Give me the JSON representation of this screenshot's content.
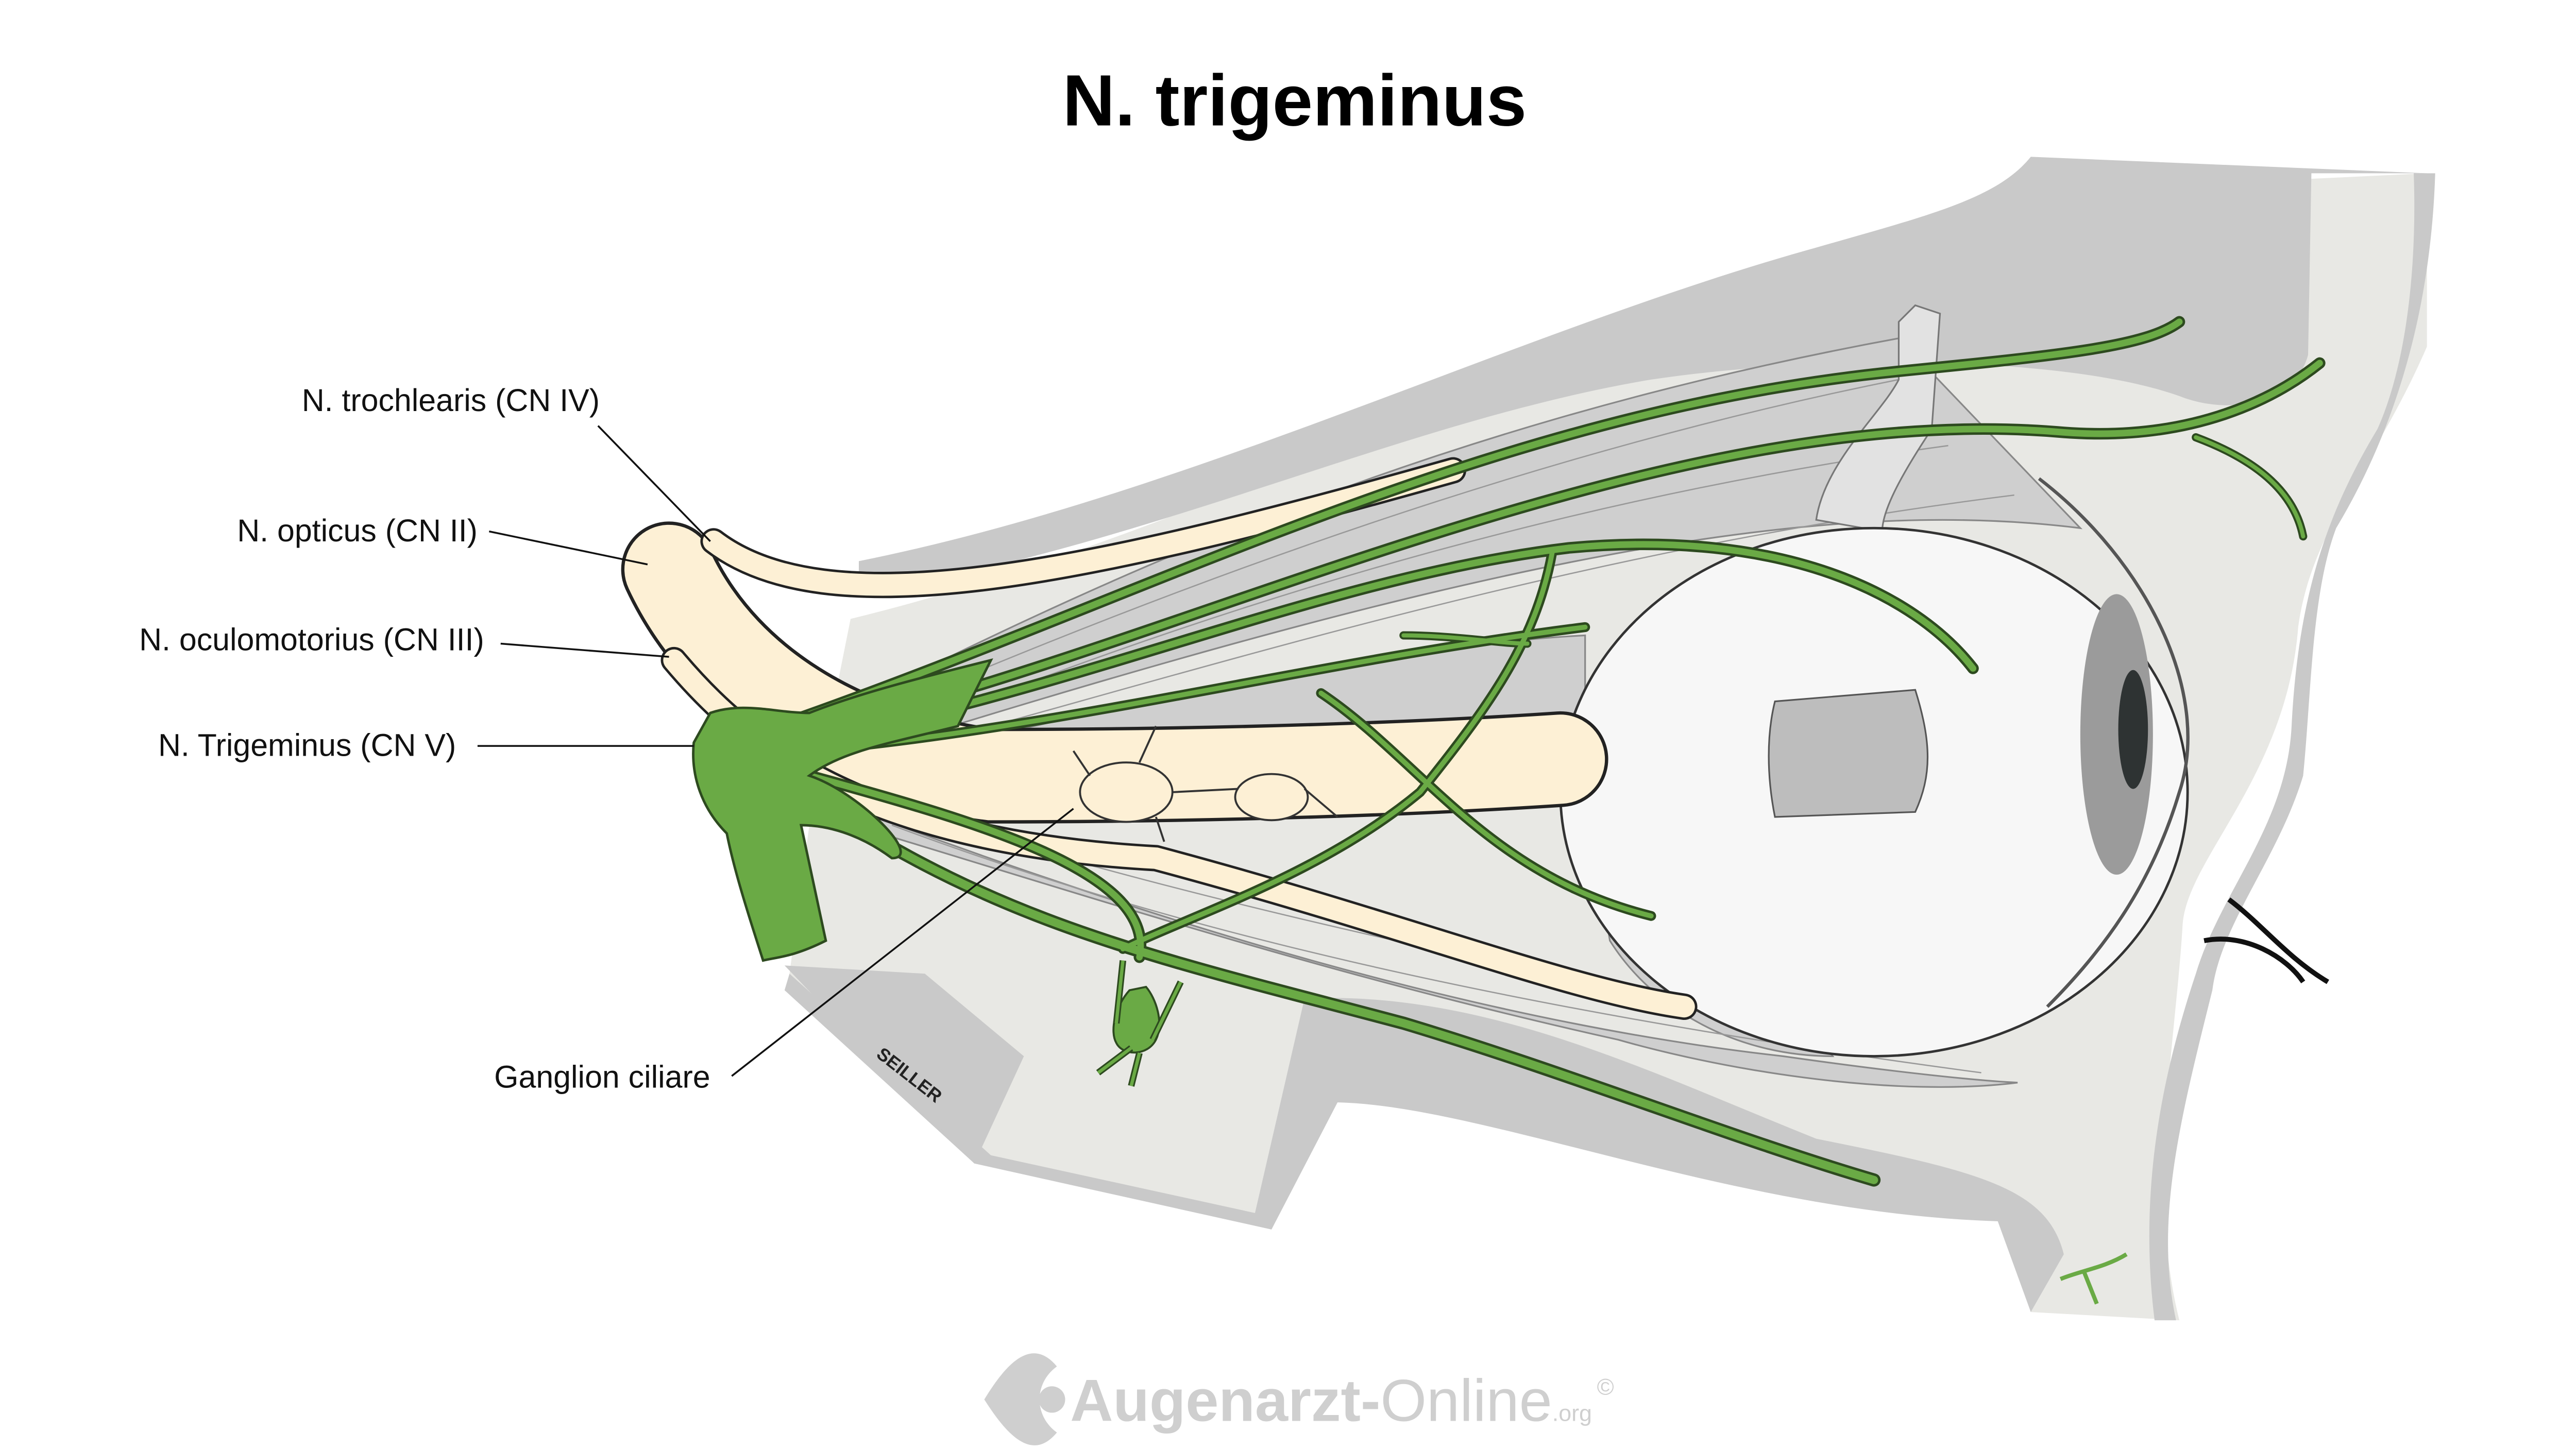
{
  "title": "N. trigeminus",
  "labels": {
    "trochlearis": "N. trochlearis (CN IV)",
    "opticus": "N. opticus (CN II)",
    "oculomotorius": "N. oculomotorius (CN III)",
    "trigeminus": "N. Trigeminus (CN V)",
    "ganglion": "Ganglion ciliare"
  },
  "signature": "SEILLER",
  "logo": {
    "name": "Augenarzt-",
    "name2": "Online",
    "tld": ".org",
    "copyright": "©"
  },
  "colors": {
    "nerve_trigeminus": "#6aaa45",
    "nerve_other": "#fdf0d5",
    "bone": "#c9c9c9",
    "orbit": "#e8e8e4",
    "muscle": "#cfcfcf",
    "logo": "#cfcfcf"
  }
}
